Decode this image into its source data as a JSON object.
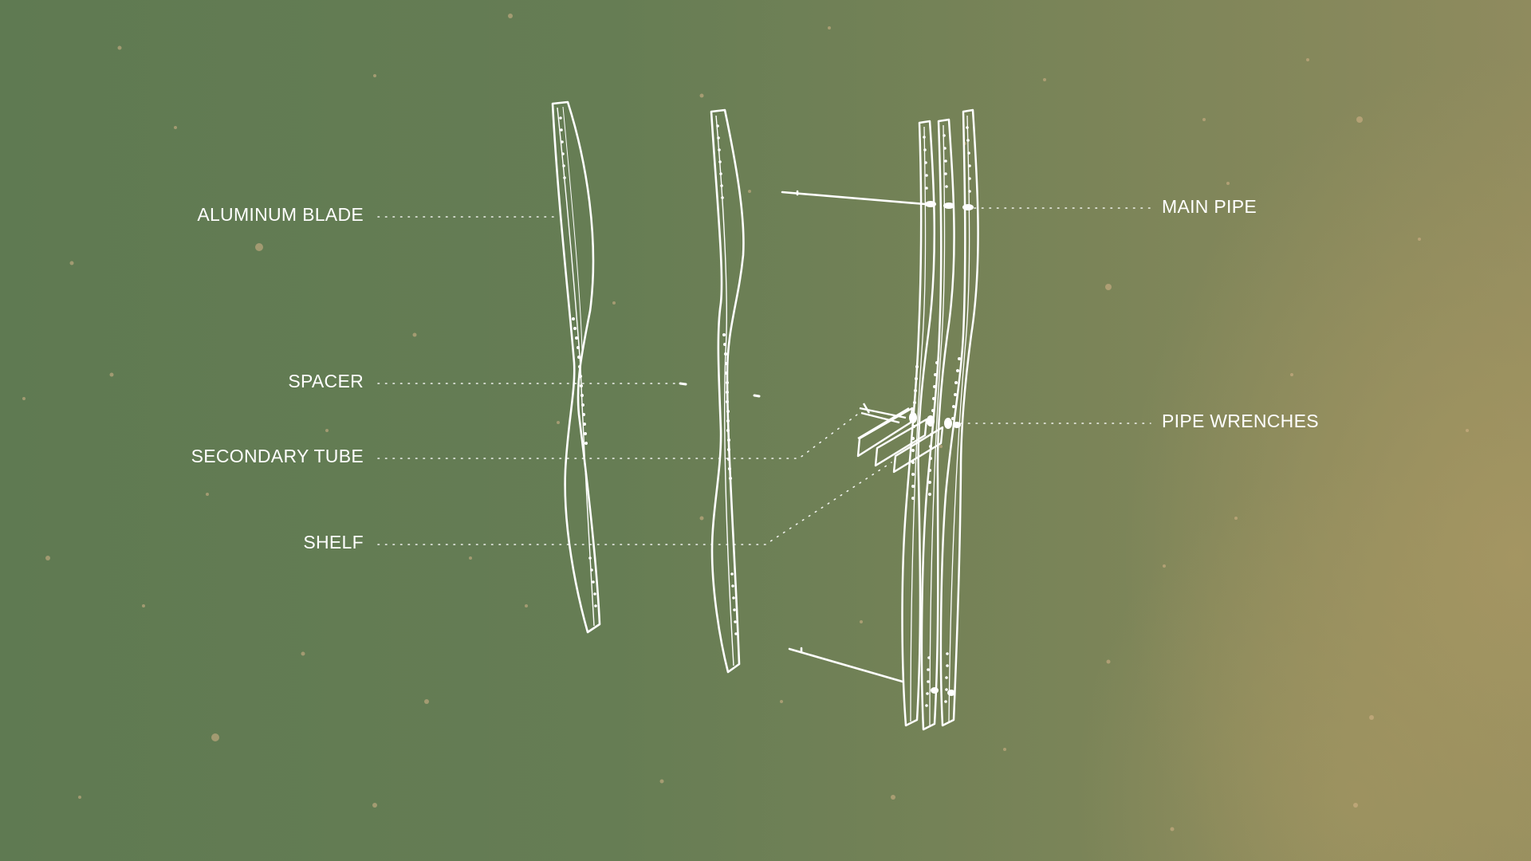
{
  "labels": {
    "aluminum_blade": "ALUMINUM BLADE",
    "spacer": "SPACER",
    "secondary_tube": "SECONDARY TUBE",
    "shelf": "SHELF",
    "main_pipe": "MAIN PIPE",
    "pipe_wrenches": "PIPE WRENCHES"
  },
  "colors": {
    "line": "#ffffff",
    "background_green": "#627b53",
    "background_ochre": "#a3965f"
  }
}
